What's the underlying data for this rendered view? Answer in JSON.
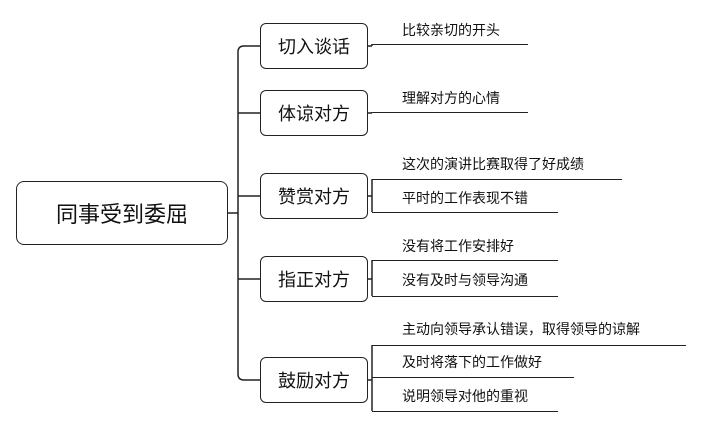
{
  "root": {
    "label": "同事受到委屈"
  },
  "branches": [
    {
      "label": "切入谈话",
      "leaves": [
        "比较亲切的开头"
      ]
    },
    {
      "label": "体谅对方",
      "leaves": [
        "理解对方的心情"
      ]
    },
    {
      "label": "赞赏对方",
      "leaves": [
        "这次的演讲比赛取得了好成绩",
        "平时的工作表现不错"
      ]
    },
    {
      "label": "指正对方",
      "leaves": [
        "没有将工作安排好",
        "没有及时与领导沟通"
      ]
    },
    {
      "label": "鼓励对方",
      "leaves": [
        "主动向领导承认错误，取得领导的谅解",
        "及时将落下的工作做好",
        "说明领导对他的重视"
      ]
    }
  ]
}
